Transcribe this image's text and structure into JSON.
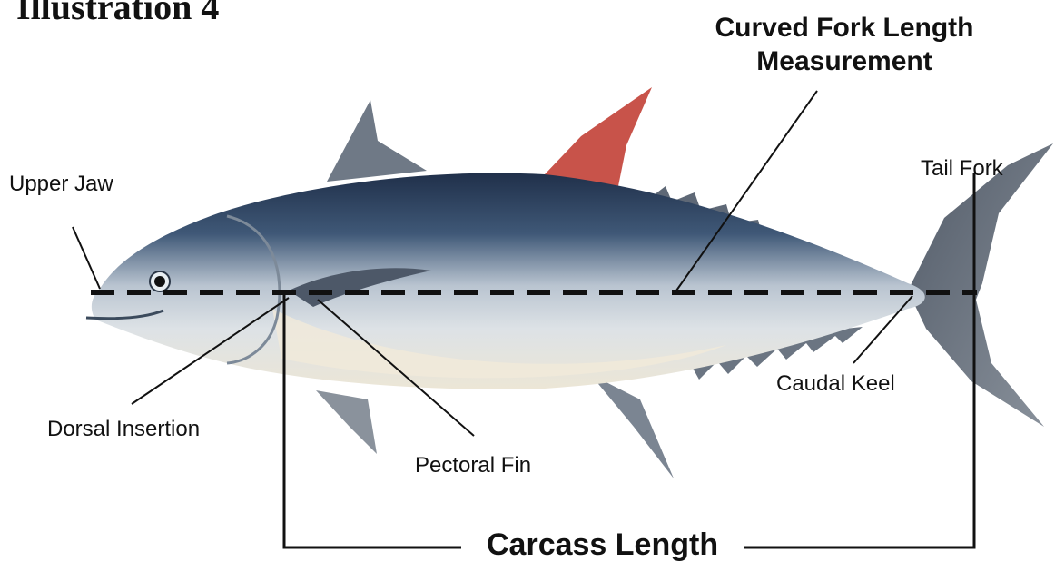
{
  "illustration_title": "Illustration 4",
  "measurement_heading": {
    "line1": "Curved Fork Length",
    "line2": "Measurement"
  },
  "labels": {
    "upper_jaw": "Upper Jaw",
    "tail_fork": "Tail Fork",
    "caudal_keel": "Caudal Keel",
    "dorsal_insertion": "Dorsal Insertion",
    "pectoral_fin": "Pectoral Fin",
    "carcass_length": "Carcass Length"
  },
  "colors": {
    "body_dark": "#2d3f5a",
    "body_light": "#c3ccd6",
    "belly": "#ece6d6",
    "second_dorsal_fin": "#c8534a",
    "fins": "#6d7785",
    "lines": "#111111"
  }
}
